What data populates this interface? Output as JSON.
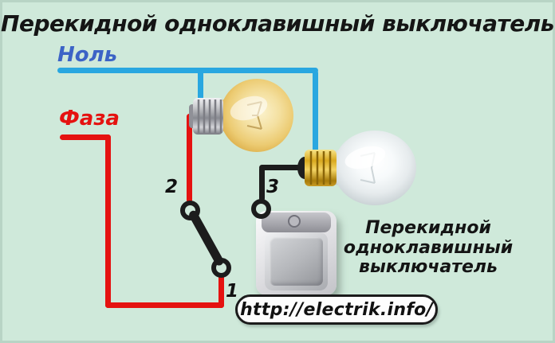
{
  "header": {
    "title": "Перекидной одноклавишный выключатель"
  },
  "diagram": {
    "wire_labels": {
      "neutral": "Ноль",
      "phase": "Фаза"
    },
    "terminals": {
      "t1": "1",
      "t2": "2",
      "t3": "3"
    },
    "caption": "Перекидной\nодноклавишный\nвыключатель",
    "icons": {
      "lit_bulb": "lit-incandescent-bulb-icon",
      "unlit_bulb": "unlit-incandescent-bulb-icon",
      "wall_switch": "one-key-wall-switch-icon"
    },
    "colors": {
      "background": "#cfe9da",
      "neutral_wire_blue": "#29a7e0",
      "phase_wire_red": "#e51210",
      "jumper_wire_black": "#1c1c1c",
      "neutral_label_blue": "#3c63c6",
      "phase_label_red": "#e51210",
      "text_black": "#151515"
    }
  },
  "footer": {
    "website_url": "http://electrik.info/"
  }
}
